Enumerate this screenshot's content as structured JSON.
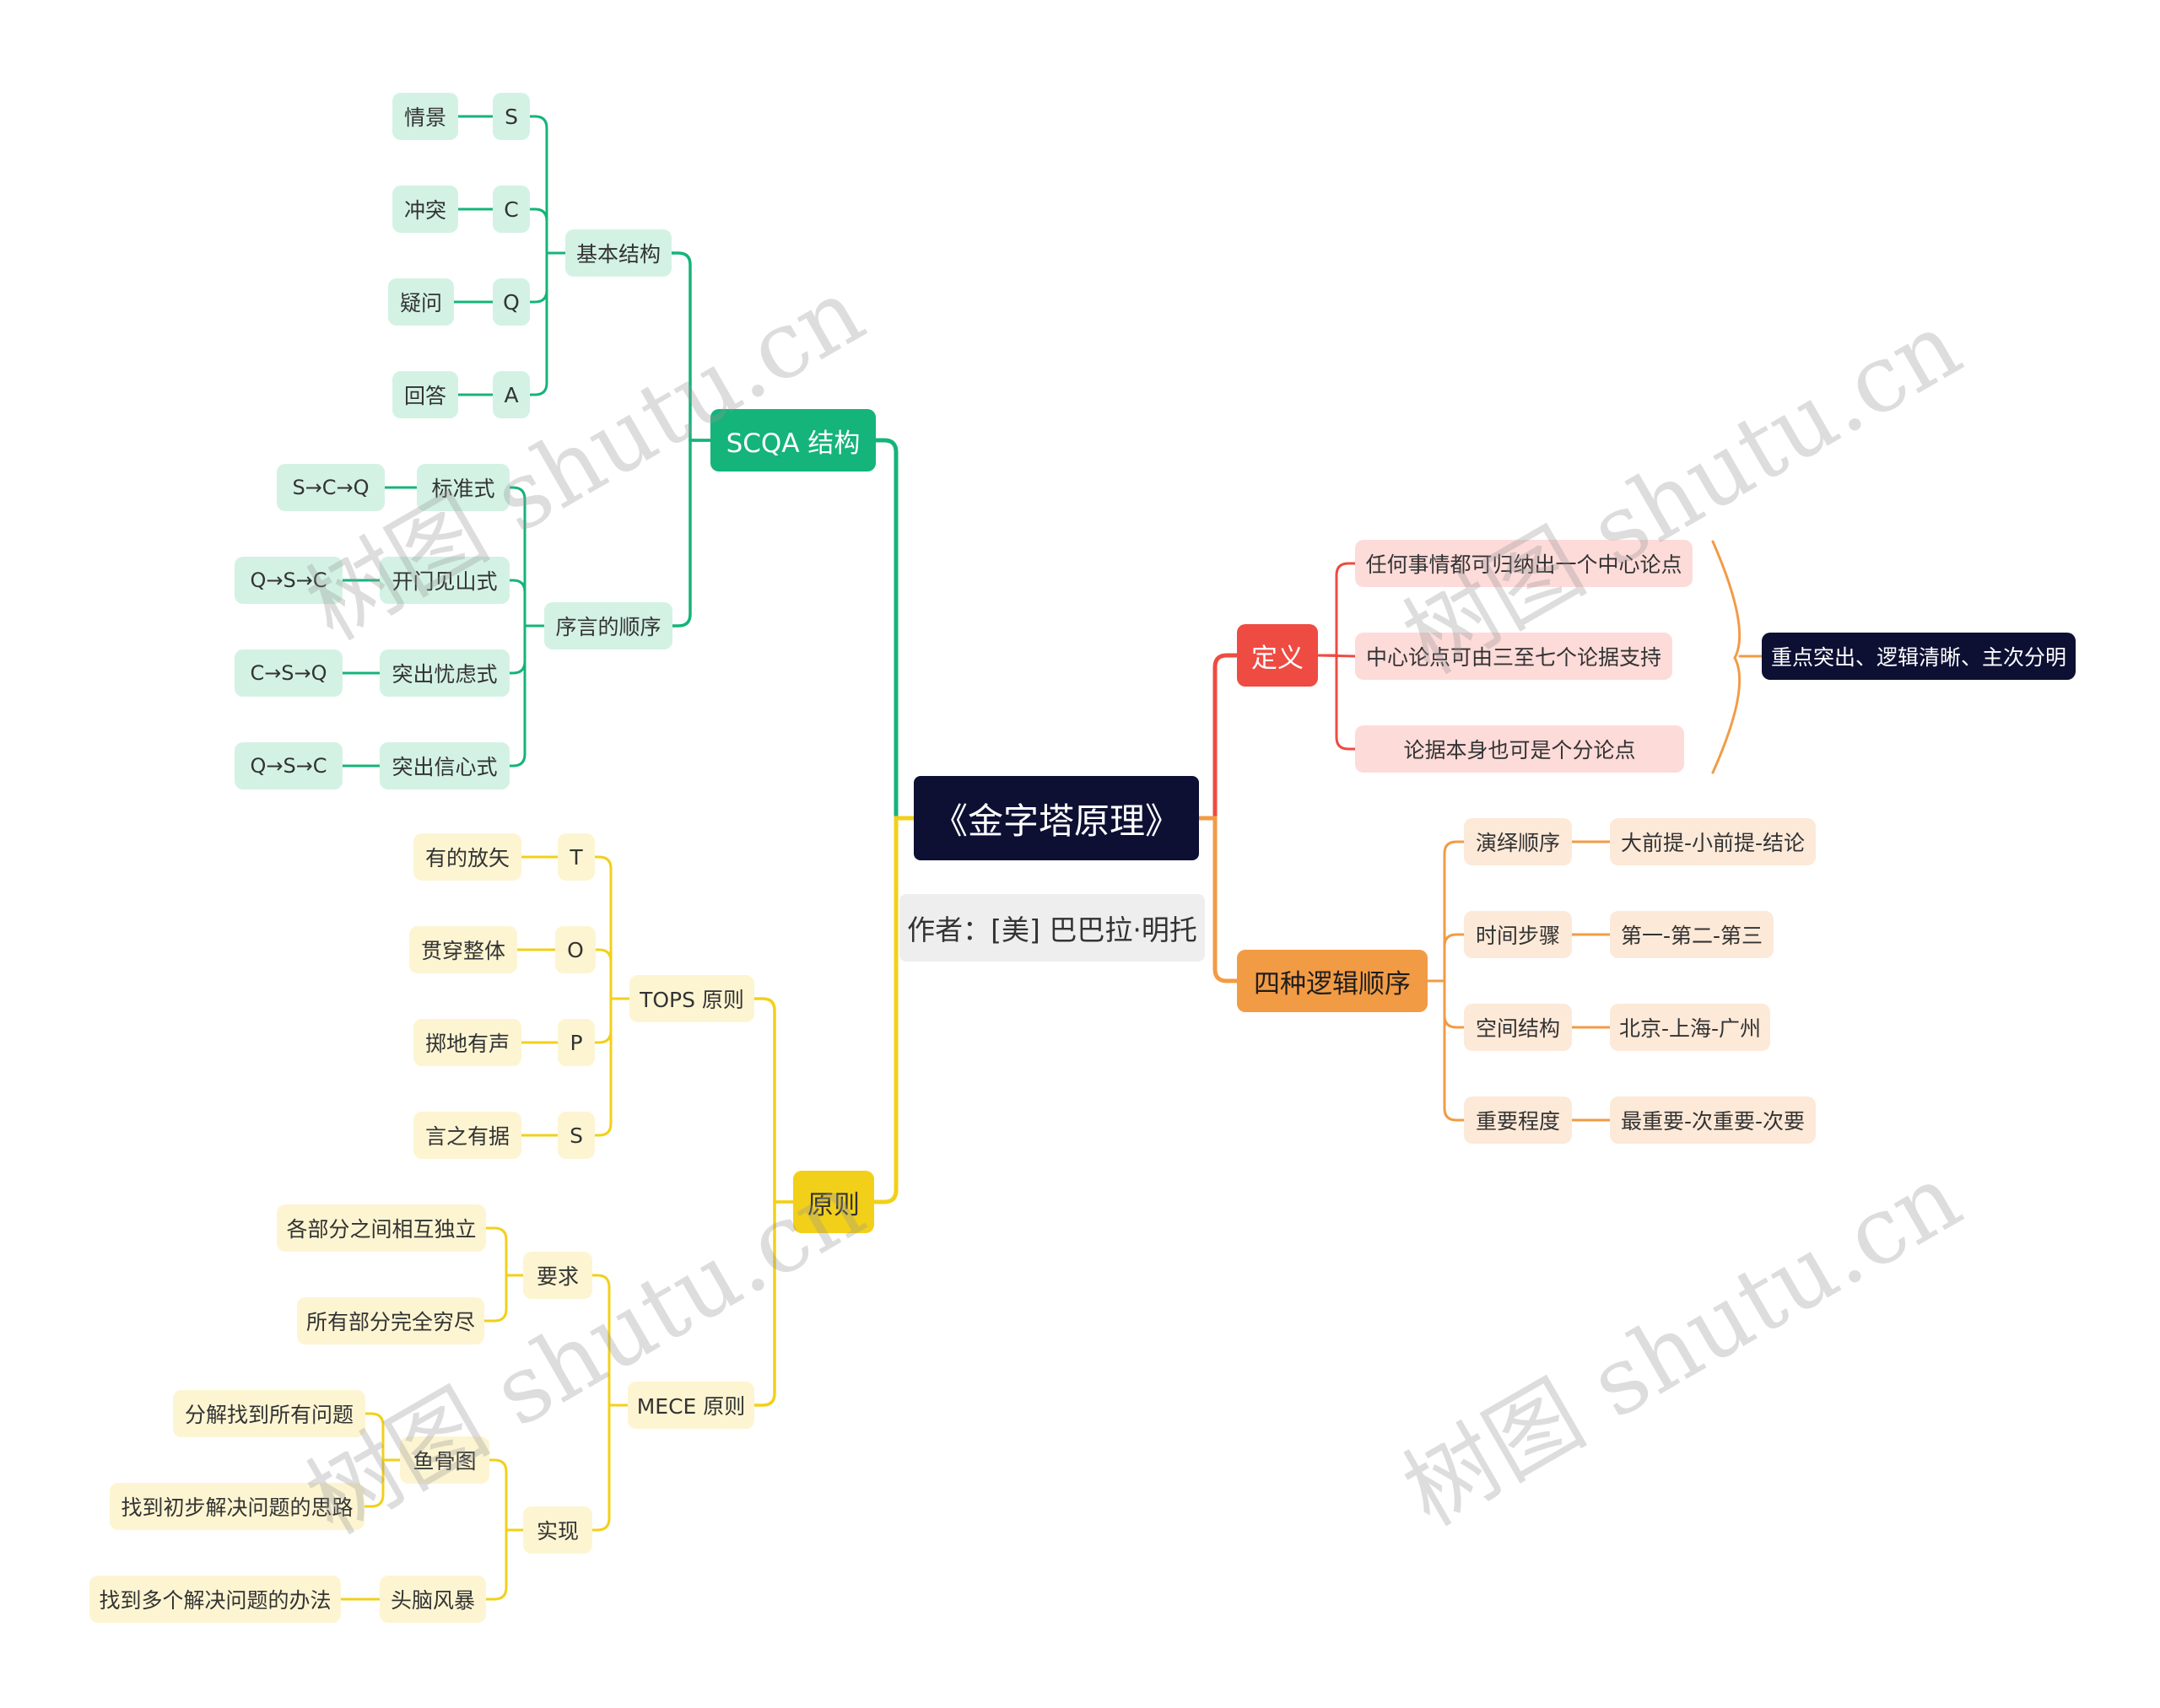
{
  "root": {
    "title": "《金字塔原理》",
    "author": "作者：[美] 巴巴拉·明托"
  },
  "branches": {
    "scqa": {
      "label": "SCQA 结构",
      "basic": {
        "label": "基本结构",
        "items": [
          {
            "letter": "S",
            "meaning": "情景"
          },
          {
            "letter": "C",
            "meaning": "冲突"
          },
          {
            "letter": "Q",
            "meaning": "疑问"
          },
          {
            "letter": "A",
            "meaning": "回答"
          }
        ]
      },
      "order": {
        "label": "序言的顺序",
        "items": [
          {
            "name": "标准式",
            "seq": "S→C→Q"
          },
          {
            "name": "开门见山式",
            "seq": "Q→S→C"
          },
          {
            "name": "突出忧虑式",
            "seq": "C→S→Q"
          },
          {
            "name": "突出信心式",
            "seq": "Q→S→C"
          }
        ]
      }
    },
    "principles": {
      "label": "原则",
      "tops": {
        "label": "TOPS 原则",
        "items": [
          {
            "letter": "T",
            "meaning": "有的放矢"
          },
          {
            "letter": "O",
            "meaning": "贯穿整体"
          },
          {
            "letter": "P",
            "meaning": "掷地有声"
          },
          {
            "letter": "S",
            "meaning": "言之有据"
          }
        ]
      },
      "mece": {
        "label": "MECE 原则",
        "requirement": {
          "label": "要求",
          "items": [
            "各部分之间相互独立",
            "所有部分完全穷尽"
          ]
        },
        "realize": {
          "label": "实现",
          "fishbone": {
            "label": "鱼骨图",
            "items": [
              "分解找到所有问题",
              "找到初步解决问题的思路"
            ]
          },
          "brainstorm": {
            "label": "头脑风暴",
            "items": [
              "找到多个解决问题的办法"
            ]
          }
        }
      }
    },
    "definition": {
      "label": "定义",
      "items": [
        "任何事情都可归纳出一个中心论点",
        "中心论点可由三至七个论据支持",
        "论据本身也可是个分论点"
      ],
      "summary": "重点突出、逻辑清晰、主次分明"
    },
    "logic": {
      "label": "四种逻辑顺序",
      "items": [
        {
          "name": "演绎顺序",
          "example": "大前提-小前提-结论"
        },
        {
          "name": "时间步骤",
          "example": "第一-第二-第三"
        },
        {
          "name": "空间结构",
          "example": "北京-上海-广州"
        },
        {
          "name": "重要程度",
          "example": "最重要-次重要-次要"
        }
      ]
    }
  },
  "watermark": "树图 shutu.cn",
  "colors": {
    "root": "#0d1033",
    "green": "#14b47a",
    "yellow": "#f2d019",
    "red": "#ee4b42",
    "orange": "#f29b45"
  }
}
